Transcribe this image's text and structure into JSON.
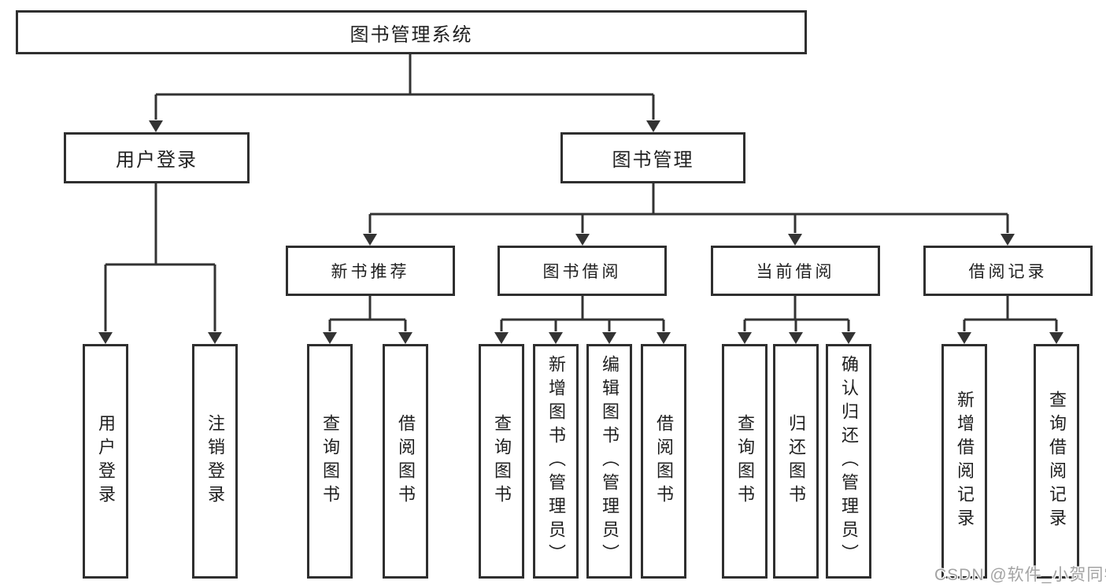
{
  "tree": {
    "root": "图书管理系统",
    "children": [
      {
        "label": "用户登录",
        "children": [
          "用户登录",
          "注销登录"
        ]
      },
      {
        "label": "图书管理",
        "children": [
          {
            "label": "新书推荐",
            "children": [
              "查询图书",
              "借阅图书"
            ]
          },
          {
            "label": "图书借阅",
            "children": [
              "查询图书",
              "新增图书（管理员）",
              "编辑图书（管理员）",
              "借阅图书"
            ]
          },
          {
            "label": "当前借阅",
            "children": [
              "查询图书",
              "归还图书",
              "确认归还（管理员）"
            ]
          },
          {
            "label": "借阅记录",
            "children": [
              "新增借阅记录",
              "查询借阅记录"
            ]
          }
        ]
      }
    ]
  },
  "watermark": {
    "text": "CSDN @软件_小贺同学"
  },
  "colors": {
    "line": "#333333",
    "border": "#2f2f2f",
    "text": "#1f1f1f",
    "background": "#ffffff",
    "watermark": "#a3a3a3"
  }
}
